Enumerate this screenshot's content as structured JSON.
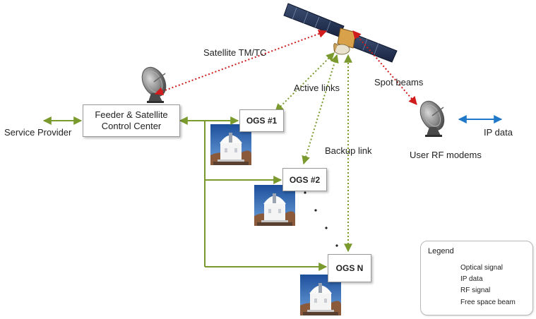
{
  "nodes": {
    "service_provider": "Service Provider",
    "control_center_line1": "Feeder & Satellite",
    "control_center_line2": "Control Center",
    "ogs1": "OGS #1",
    "ogs2": "OGS #2",
    "ogsn": "OGS N",
    "user_rf": "User RF modems",
    "ip_data": "IP data"
  },
  "links": {
    "satellite_tmtc": "Satellite TM/TC",
    "active_links": "Active links",
    "backup_link": "Backup link",
    "spot_beams": "Spot beams"
  },
  "legend": {
    "title": "Legend",
    "items": [
      {
        "label": "Optical signal",
        "color": "#7a9a2e",
        "style": "solid"
      },
      {
        "label": "IP data",
        "color": "#1f78c8",
        "style": "solid"
      },
      {
        "label": "RF signal",
        "color": "#d01c1c",
        "style": "solid"
      },
      {
        "label": "Free space beam",
        "color": "#444444",
        "style": "dotted"
      }
    ]
  },
  "colors": {
    "optical": "#7a9a2e",
    "ip": "#1f78c8",
    "rf": "#d01c1c"
  },
  "icons": {
    "satellite": "satellite-icon",
    "dish": "dish-antenna-icon",
    "observatory": "observatory-photo-icon"
  }
}
